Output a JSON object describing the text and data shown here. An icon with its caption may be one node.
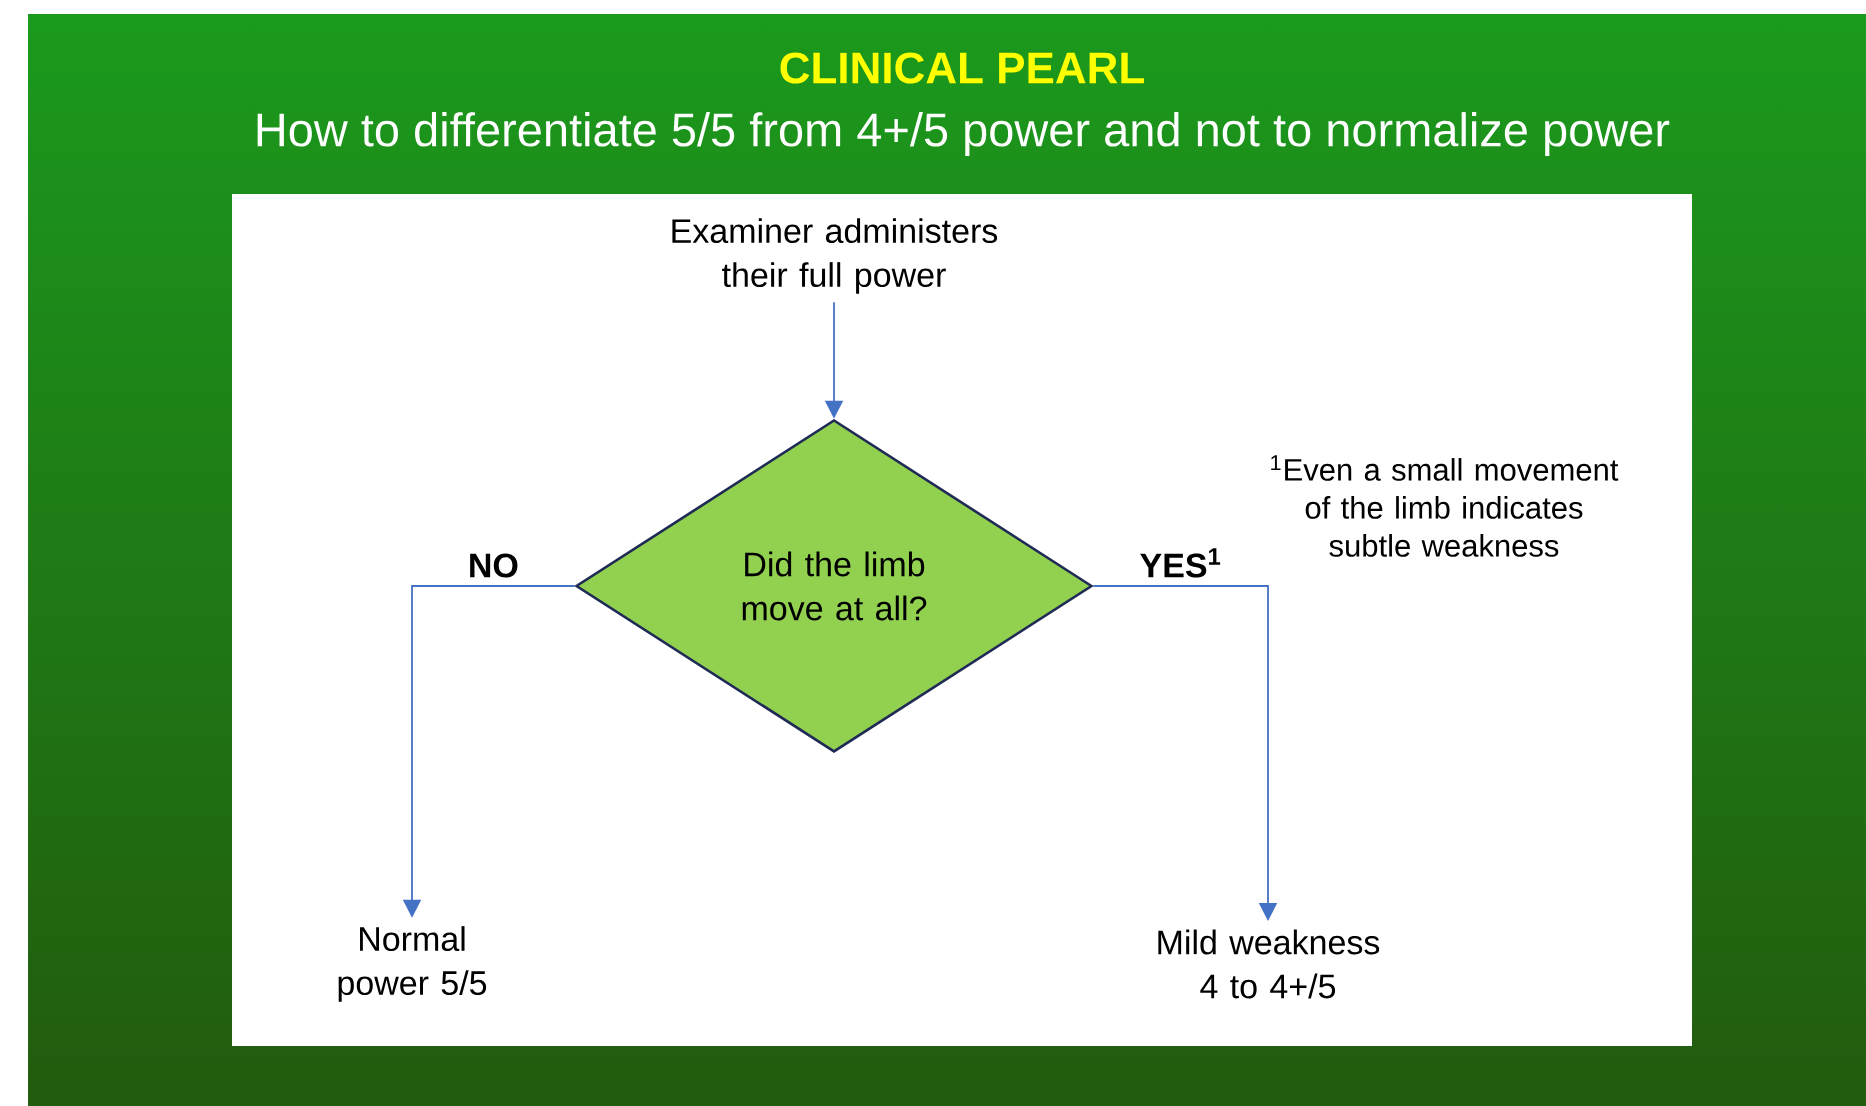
{
  "diagram": {
    "title": "CLINICAL PEARL",
    "nodes": [
      {
        "text": [
          "Examiner administers their full power"
        ]
      },
      {
        "text": [
          "Did the limb move at all?"
        ]
      },
      {
        "text": [
          "Normal power 5/5"
        ]
      },
      {
        "text": [
          "Mild weakness 4 to 4+/5"
        ]
      }
    ],
    "edges": [
      {
        "from": 0,
        "to": 1,
        "arrow": "to"
      },
      {
        "from": 1,
        "to": 2,
        "arrow": "to",
        "label": "NO"
      },
      {
        "from": 1,
        "to": 3,
        "arrow": "to",
        "label": "YES$^{1}$"
      }
    ],
    "labels": [
      "How to differentiate 5/5 from 4+/5 power and not to normalize power",
      "$^{1}$Even a small movement of the limb indicates subtle weakness"
    ]
  }
}
